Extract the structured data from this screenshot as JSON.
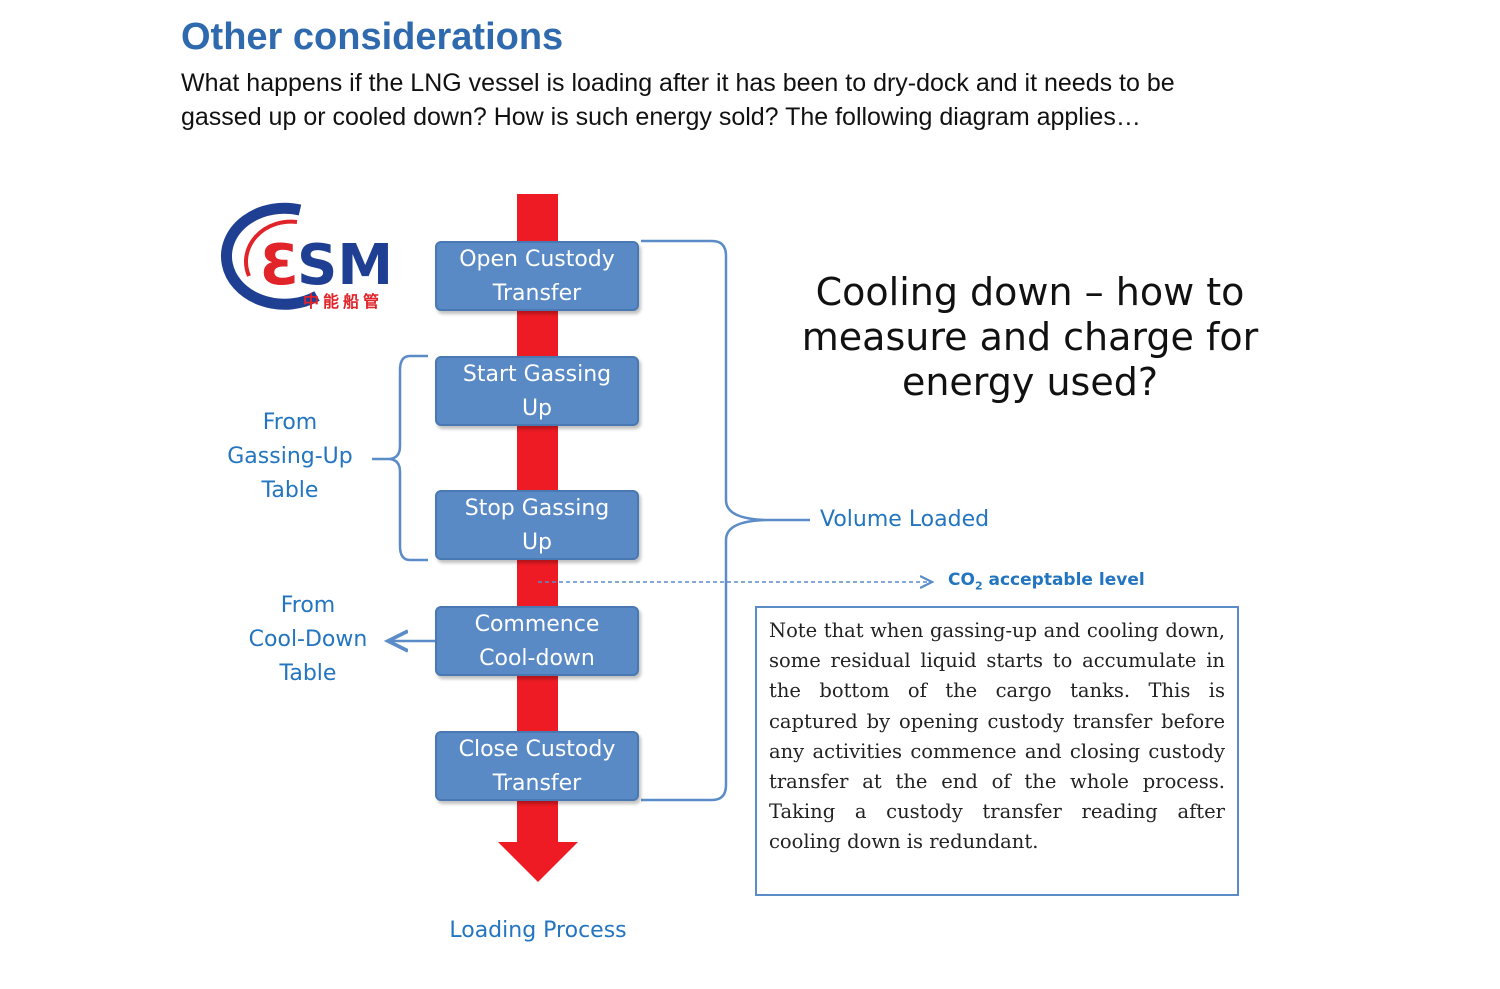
{
  "header": {
    "title": "Other considerations",
    "intro_line1": "What happens if the LNG vessel is loading after it has been to dry-dock and it needs to be",
    "intro_line2": "gassed up or cooled down?   How is such energy sold?   The following diagram applies…"
  },
  "logo": {
    "text": "ESM",
    "chinese": "中能船管"
  },
  "process": {
    "steps": [
      {
        "line1": "Open Custody",
        "line2": "Transfer"
      },
      {
        "line1": "Start Gassing",
        "line2": "Up"
      },
      {
        "line1": "Stop Gassing",
        "line2": "Up"
      },
      {
        "line1": "Commence",
        "line2": "Cool-down"
      },
      {
        "line1": "Close Custody",
        "line2": "Transfer"
      }
    ],
    "arrow_label": "Loading Process",
    "arrow_color": "#ee1b24"
  },
  "labels": {
    "gassing_up": [
      "From",
      "Gassing-Up",
      "Table"
    ],
    "cool_down": [
      "From",
      "Cool-Down",
      "Table"
    ],
    "volume_loaded": "Volume Loaded",
    "co2_main": "CO",
    "co2_sub": "2",
    "co2_rest": " acceptable level"
  },
  "heading": {
    "line1": "Cooling down – how to",
    "line2": "measure and charge for",
    "line3": "energy used?"
  },
  "note": {
    "text": "Note that when gassing-up and cooling down, some residual liquid starts to accumulate in the bottom of the cargo tanks. This is captured by opening custody transfer before any activities commence and closing custody transfer at the end of the whole process.  Taking a custody transfer reading after cooling down is redundant."
  },
  "colors": {
    "accent": "#2e6aad",
    "box": "#5a8ac6",
    "label": "#2375c0",
    "logo_red": "#e0242a"
  }
}
